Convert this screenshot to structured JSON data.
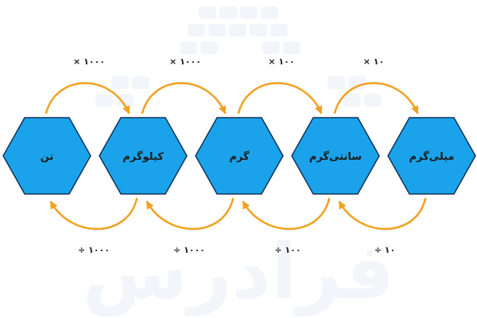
{
  "diagram": {
    "units": [
      "تن",
      "کیلوگرم",
      "گرم",
      "سانتی‌گرم",
      "میلی‌گرم"
    ],
    "multiply": [
      "× ۱۰۰۰",
      "× ۱۰۰۰",
      "× ۱۰۰",
      "× ۱۰"
    ],
    "divide": [
      "÷ ۱۰۰۰",
      "÷ ۱۰۰۰",
      "÷ ۱۰۰",
      "÷ ۱۰"
    ]
  },
  "watermark": {
    "text": "فرادرس"
  },
  "colors": {
    "hexagon_fill": "#1aa3ea",
    "hexagon_stroke": "#12325a",
    "arrow": "#f2a01f",
    "watermark": "#e8eff7"
  }
}
